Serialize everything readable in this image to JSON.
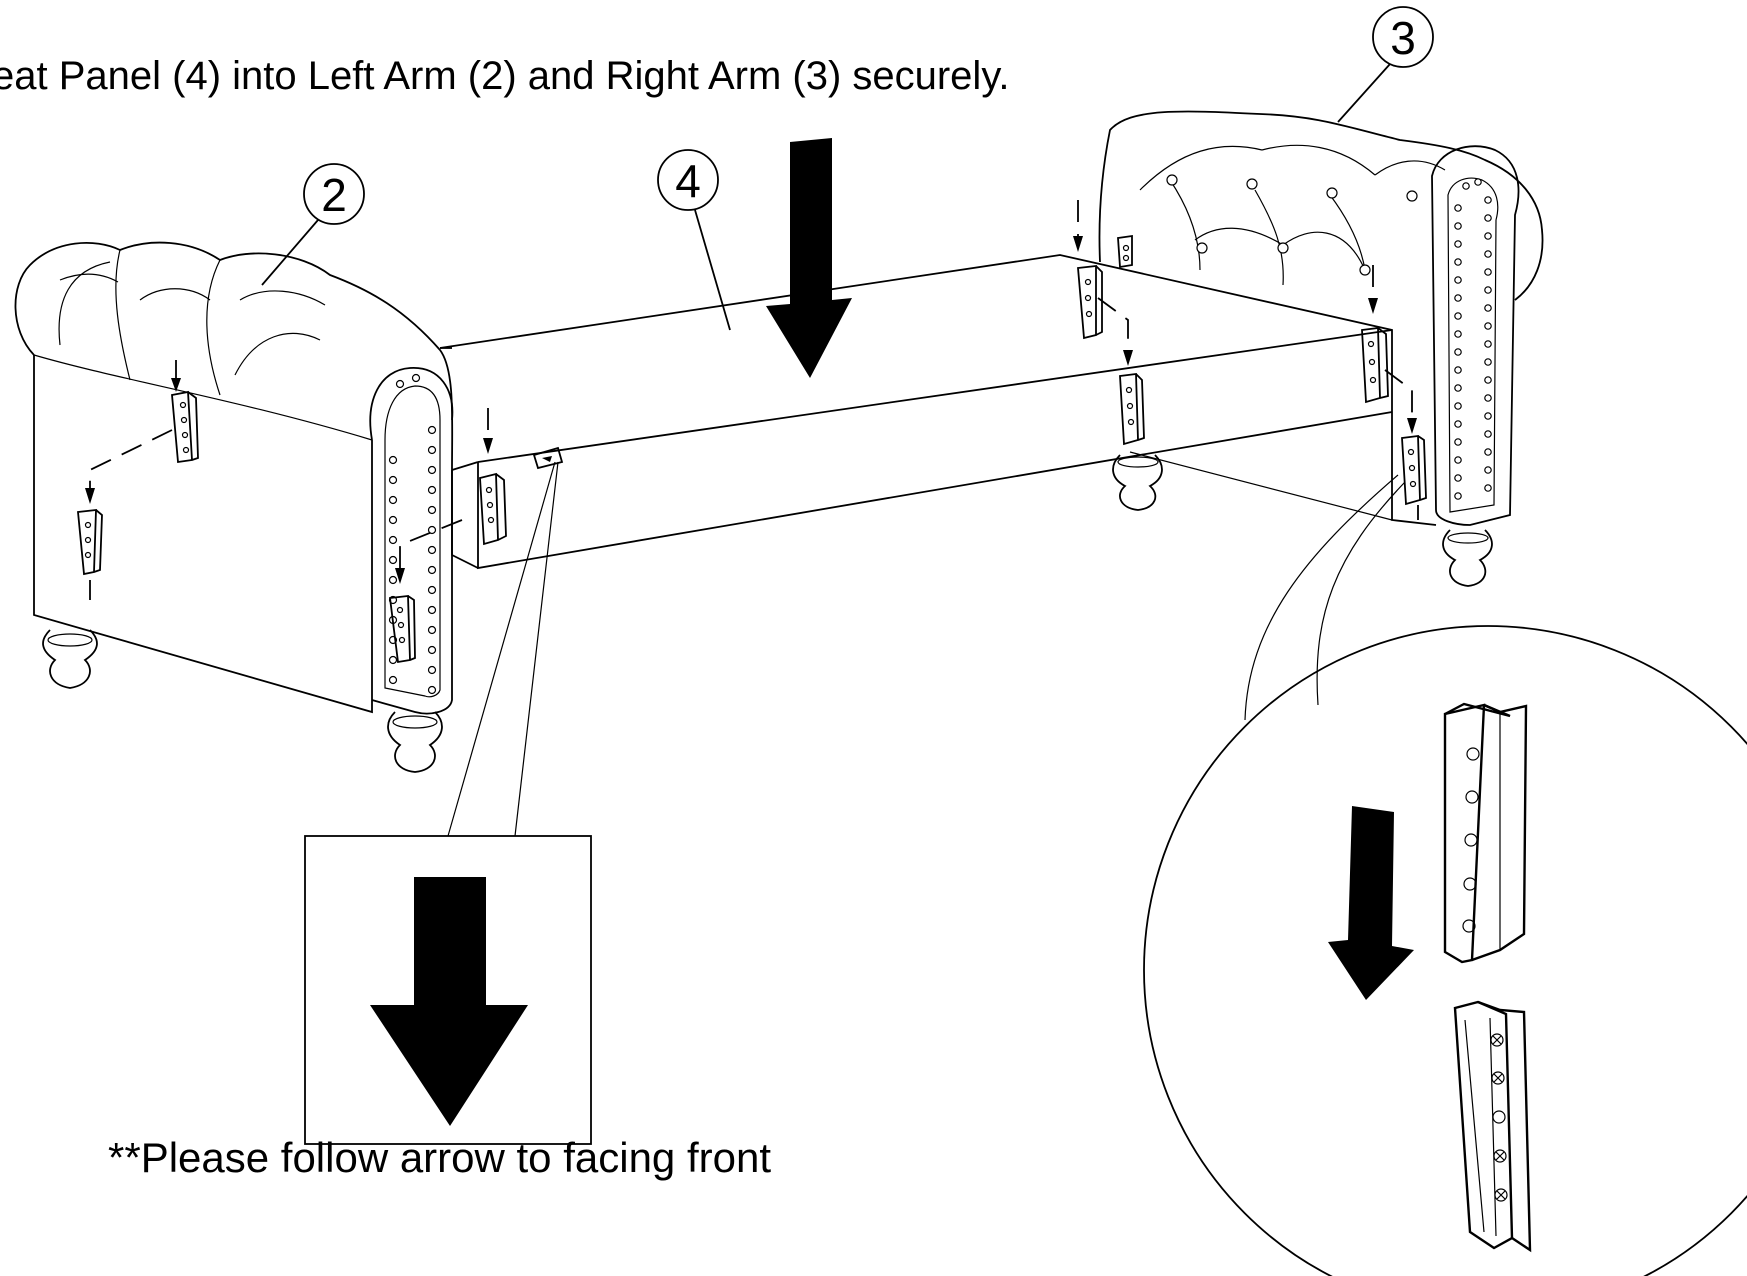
{
  "instruction": "eat Panel (4) into Left Arm (2) and Right Arm (3) securely.",
  "note": "**Please follow arrow to facing front",
  "callouts": {
    "left_arm": "2",
    "right_arm": "3",
    "seat_panel": "4"
  },
  "icons": [
    "down-arrow-icon",
    "down-arrow-icon",
    "down-arrow-icon"
  ]
}
